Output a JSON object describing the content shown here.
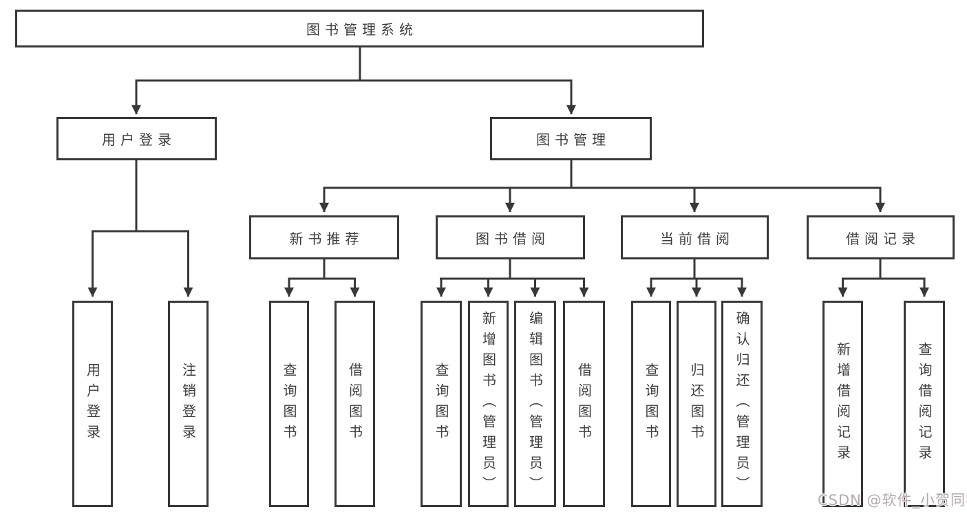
{
  "diagram": {
    "root": {
      "label": "图书管理系统"
    },
    "login": {
      "label": "用户登录",
      "children": [
        {
          "label": "用户登录"
        },
        {
          "label": "注销登录"
        }
      ]
    },
    "management": {
      "label": "图书管理",
      "sections": [
        {
          "label": "新书推荐",
          "children": [
            {
              "label": "查询图书"
            },
            {
              "label": "借阅图书"
            }
          ]
        },
        {
          "label": "图书借阅",
          "children": [
            {
              "label": "查询图书"
            },
            {
              "label": "新增图书（管理员）"
            },
            {
              "label": "编辑图书（管理员）"
            },
            {
              "label": "借阅图书"
            }
          ]
        },
        {
          "label": "当前借阅",
          "children": [
            {
              "label": "查询图书"
            },
            {
              "label": "归还图书"
            },
            {
              "label": "确认归还（管理员）"
            }
          ]
        },
        {
          "label": "借阅记录",
          "children": [
            {
              "label": "新增借阅记录"
            },
            {
              "label": "查询借阅记录"
            }
          ]
        }
      ]
    },
    "watermark": "CSDN @软件_小贺同学",
    "colors": {
      "line": "#383838",
      "text": "#3d3d3d",
      "background": "#ffffff",
      "watermark": "#b4abae"
    }
  }
}
